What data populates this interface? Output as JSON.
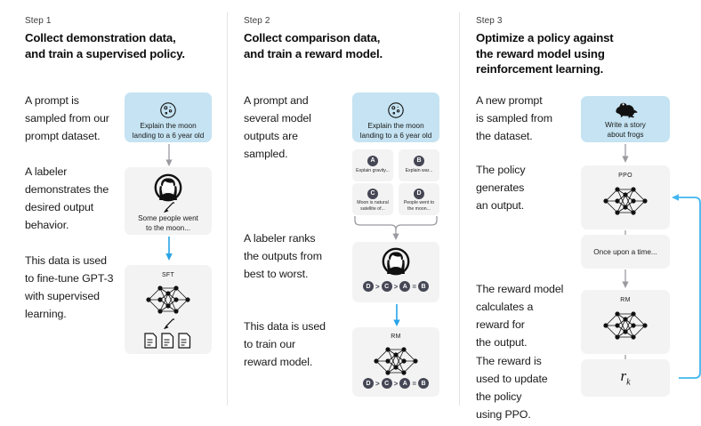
{
  "diagram": {
    "title_kind": "rlhf-three-step-diagram",
    "accent_blue": "#27a3e8",
    "card_blue": "#c5e3f2",
    "card_grey": "#f3f3f3",
    "badge_color": "#454755"
  },
  "columns": [
    {
      "step_label": "Step 1",
      "title_lines": [
        "Collect demonstration data,",
        "and train a supervised policy."
      ],
      "paragraphs": [
        [
          "A prompt is",
          "sampled from our",
          "prompt dataset."
        ],
        [
          "A labeler",
          "demonstrates the",
          "desired output",
          "behavior."
        ],
        [
          "This data is used",
          "to fine-tune GPT-3",
          "with supervised",
          "learning."
        ]
      ],
      "cards": [
        {
          "name": "prompt-card",
          "icon": "moon-icon",
          "text": [
            "Explain the moon",
            "landing to a 6 year old"
          ]
        },
        {
          "name": "labeler-card",
          "icon": "labeler-avatar-icon",
          "text": [
            "Some people went",
            "to the moon..."
          ]
        },
        {
          "name": "sft-model-card",
          "icon": "neural-network-icon",
          "label": "SFT",
          "extra_icon": "documents-icon"
        }
      ]
    },
    {
      "step_label": "Step 2",
      "title_lines": [
        "Collect comparison data,",
        "and train a reward model."
      ],
      "paragraphs": [
        [
          "A prompt and",
          "several model",
          "outputs are",
          "sampled."
        ],
        [
          "A labeler ranks",
          "the outputs from",
          "best to worst."
        ],
        [
          "This data is used",
          "to train our",
          "reward model."
        ]
      ],
      "cards": [
        {
          "name": "prompt-card",
          "icon": "moon-icon",
          "text": [
            "Explain the moon",
            "landing to a 6 year old"
          ]
        },
        {
          "name": "output-grid",
          "items": [
            {
              "badge": "A",
              "text": [
                "Explain gravity..."
              ]
            },
            {
              "badge": "B",
              "text": [
                "Explain war..."
              ]
            },
            {
              "badge": "C",
              "text": [
                "Moon is natural",
                "satellite of..."
              ]
            },
            {
              "badge": "D",
              "text": [
                "People went to",
                "the moon..."
              ]
            }
          ]
        },
        {
          "name": "labeler-ranking-card",
          "icon": "labeler-avatar-icon",
          "ranking": [
            "D",
            ">",
            "C",
            ">",
            "A",
            "=",
            "B"
          ]
        },
        {
          "name": "rm-model-card",
          "icon": "neural-network-icon",
          "label": "RM",
          "ranking": [
            "D",
            ">",
            "C",
            ">",
            "A",
            "=",
            "B"
          ]
        }
      ]
    },
    {
      "step_label": "Step 3",
      "title_lines": [
        "Optimize a policy against",
        "the reward model using",
        "reinforcement learning."
      ],
      "paragraphs": [
        [
          "A new prompt",
          "is sampled from",
          "the dataset."
        ],
        [
          "The policy",
          "generates",
          "an output."
        ],
        [
          "The reward model",
          "calculates a",
          "reward for",
          "the output."
        ],
        [
          "The reward is",
          "used to update",
          "the policy",
          "using PPO."
        ]
      ],
      "cards": [
        {
          "name": "prompt-card",
          "icon": "frog-icon",
          "text": [
            "Write a story",
            "about frogs"
          ]
        },
        {
          "name": "ppo-model-card",
          "icon": "neural-network-icon",
          "label": "PPO"
        },
        {
          "name": "output-card",
          "text": [
            "Once upon a time..."
          ]
        },
        {
          "name": "rm-model-card",
          "icon": "neural-network-icon",
          "label": "RM"
        },
        {
          "name": "reward-card",
          "value": "r",
          "subscript": "k"
        }
      ]
    }
  ]
}
